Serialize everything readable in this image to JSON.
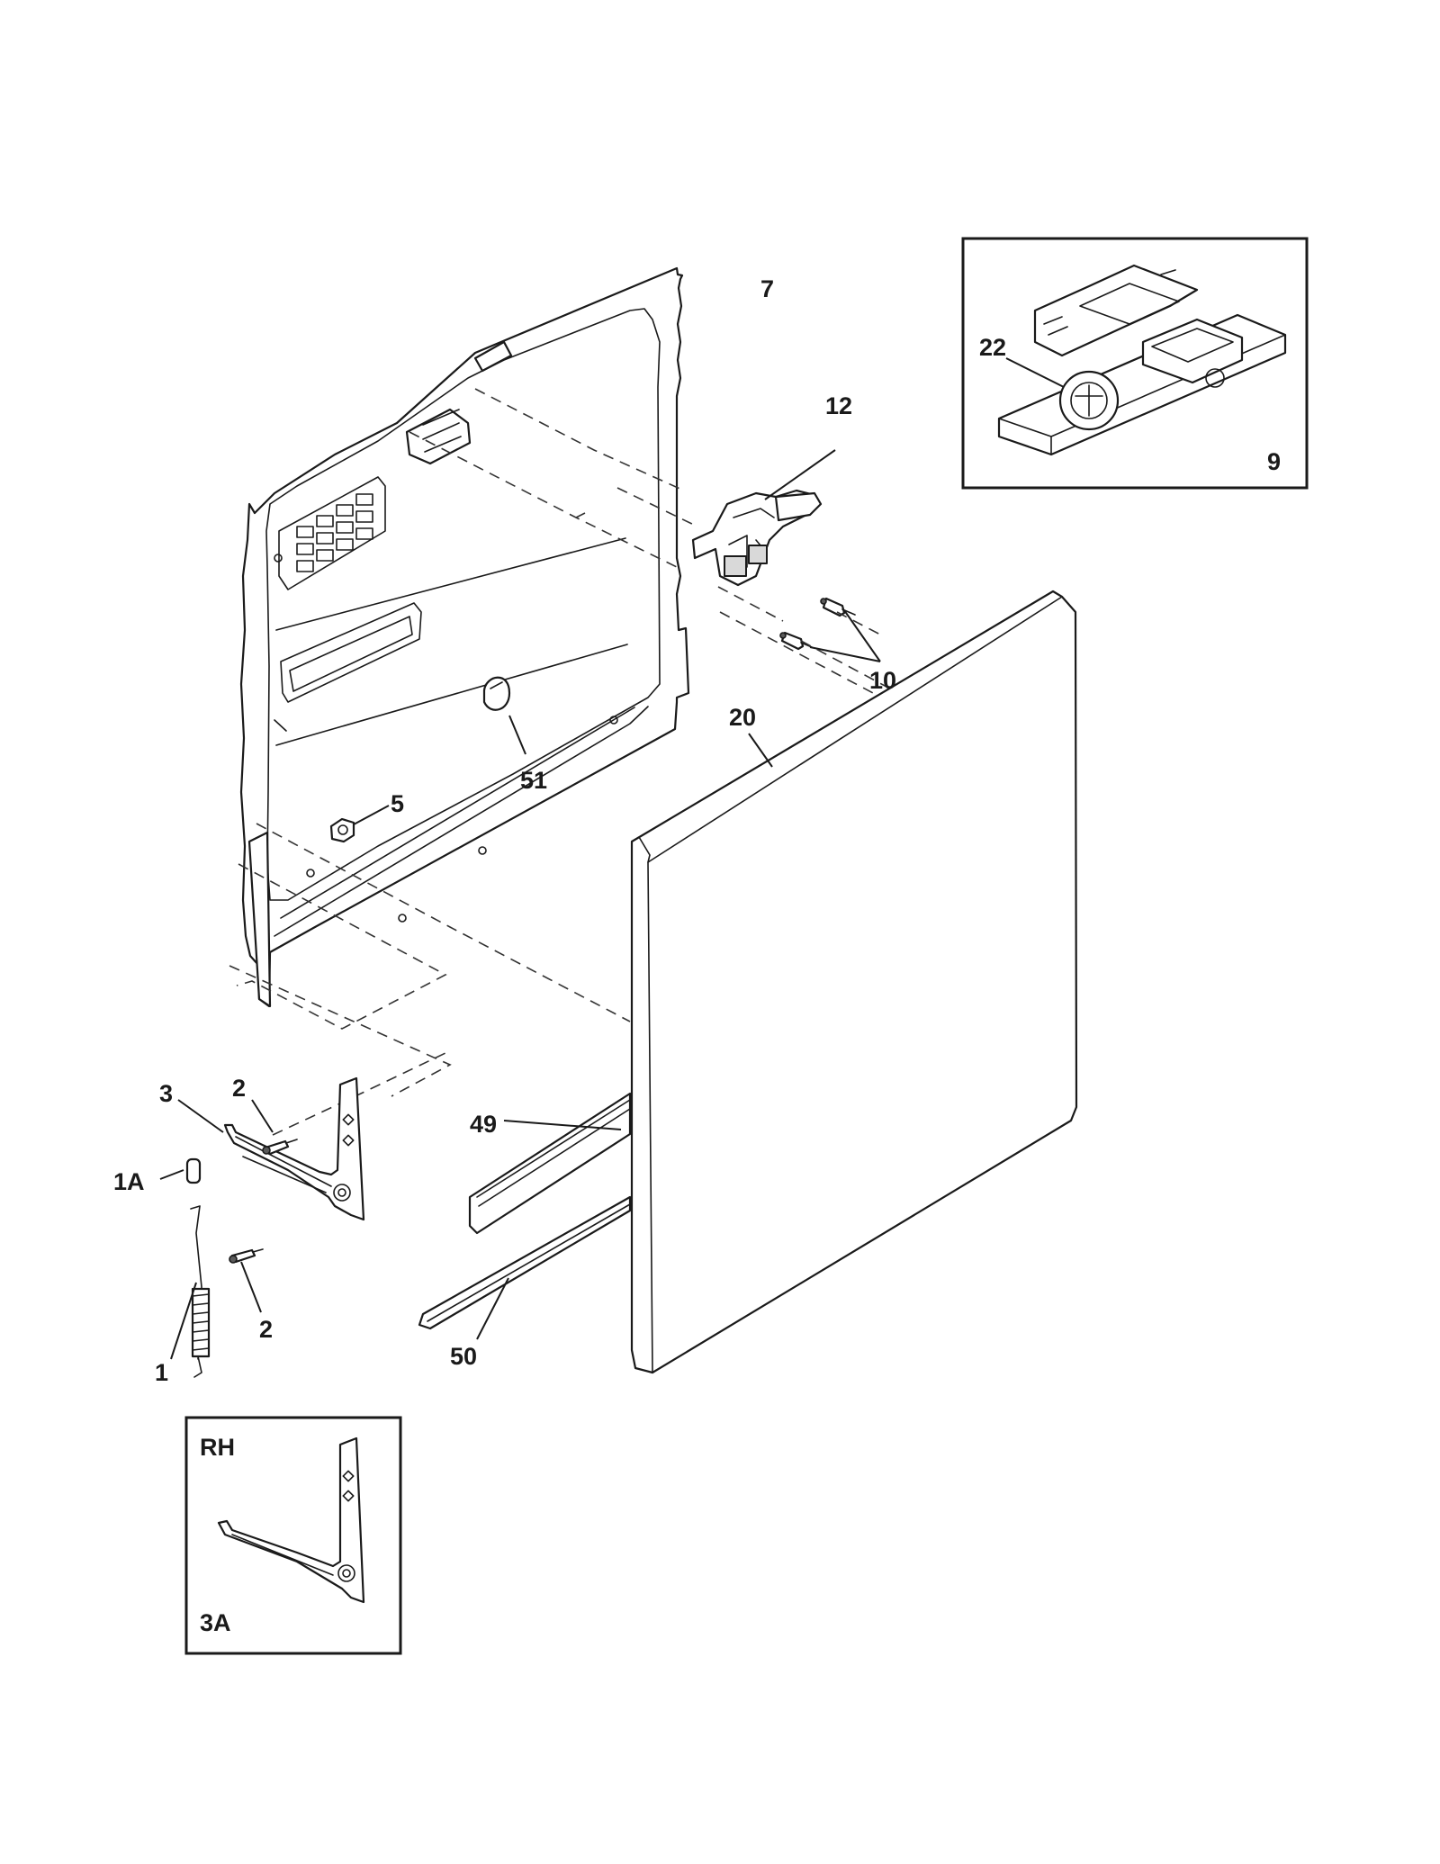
{
  "callouts": {
    "c7": "7",
    "c12": "12",
    "c10": "10",
    "c20": "20",
    "c51": "51",
    "c5": "5",
    "c22": "22",
    "c9": "9",
    "c3": "3",
    "c2a": "2",
    "c2b": "2",
    "c1a": "1A",
    "c1": "1",
    "c49": "49",
    "c50": "50",
    "rh": "RH",
    "c3a": "3A"
  }
}
